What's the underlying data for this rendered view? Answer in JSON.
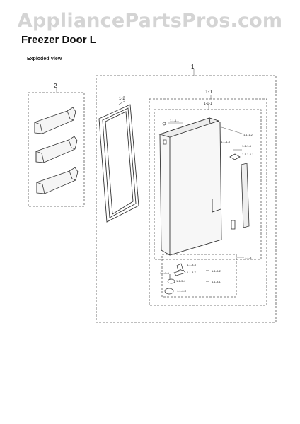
{
  "header": {
    "watermark": "AppliancePartsPros.com",
    "title": "Freezer Door L",
    "subtitle": "Exploded View"
  },
  "callouts": {
    "assembly": "1",
    "door_frame": "1-1",
    "door_body": "1-1-1",
    "gasket": "1-2",
    "guards": "2",
    "cap": "1-1-1-1",
    "hinge_pin": "1-1-1-2",
    "screw": "1-1-1-3",
    "strip": "1-1-1-4",
    "strip_part": "1-1-1-4-1",
    "hinge_kit": "1-1-3",
    "hinge_a": "1-1-3-3",
    "hinge_b": "1-1-3-7",
    "hinge_c": "1-1-3-6",
    "hinge_d": "1-1-3-4",
    "hinge_e": "1-1-3-2",
    "hinge_f": "1-1-3-1",
    "hinge_g": "1-1-3-5"
  }
}
